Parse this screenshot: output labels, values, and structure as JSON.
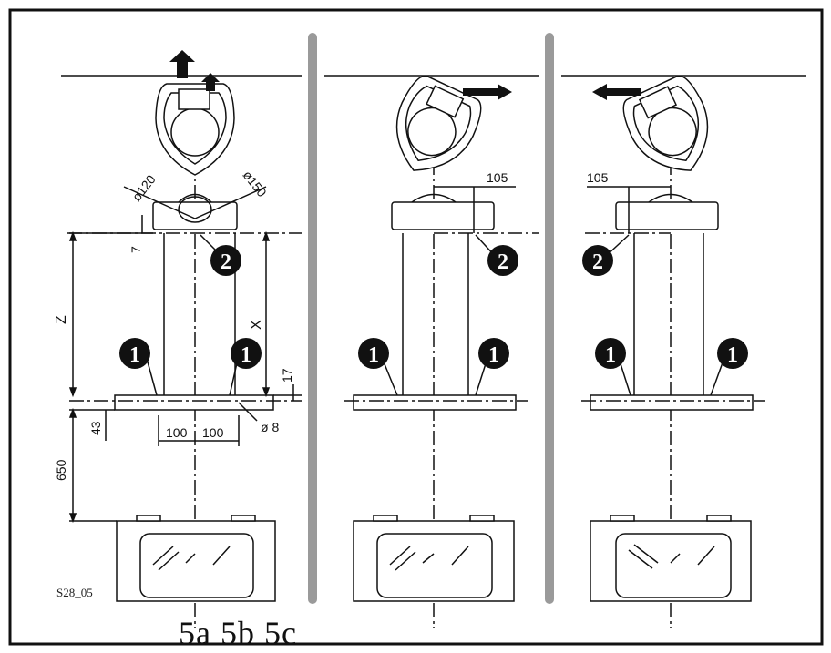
{
  "figure": {
    "id_label": "S28_05",
    "panel_labels": "5a 5b 5c",
    "callouts": {
      "one": "1",
      "two": "2"
    },
    "dimensions": {
      "d120": "ø120",
      "d150": "ø150",
      "seven": "7",
      "z": "Z",
      "x": "X",
      "seventeen": "17",
      "d8": "ø 8",
      "fortythree": "43",
      "hundred_left": "100",
      "hundred_right": "100",
      "sixfifty": "650",
      "onefive_b": "105",
      "onefive_c": "105"
    }
  }
}
